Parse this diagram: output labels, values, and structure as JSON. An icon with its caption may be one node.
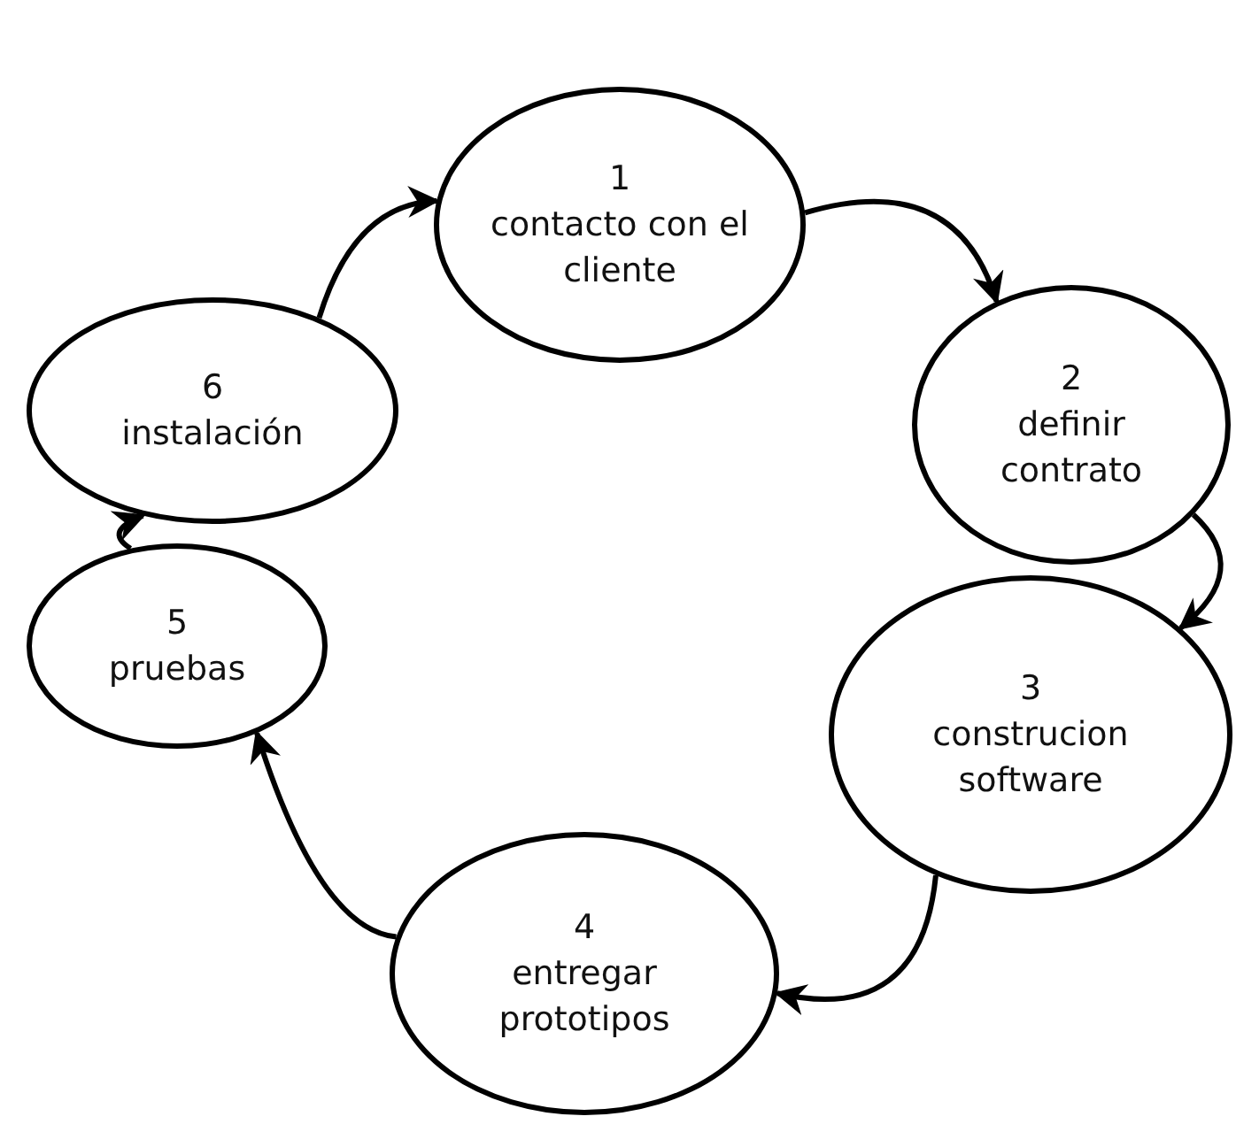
{
  "diagram": {
    "nodes": [
      {
        "text": [
          "1",
          "contacto con el cliente"
        ]
      },
      {
        "text": [
          "2",
          "definir contrato"
        ]
      },
      {
        "text": [
          "3",
          "construcion software"
        ]
      },
      {
        "text": [
          "4",
          "entregar prototipos"
        ]
      },
      {
        "text": [
          "5",
          "pruebas"
        ]
      },
      {
        "text": [
          "6",
          "instalación"
        ]
      }
    ],
    "edges": [
      {
        "from": 0,
        "to": 1,
        "arrow": "to"
      },
      {
        "from": 1,
        "to": 2,
        "arrow": "to"
      },
      {
        "from": 2,
        "to": 3,
        "arrow": "to"
      },
      {
        "from": 3,
        "to": 4,
        "arrow": "to"
      },
      {
        "from": 4,
        "to": 5,
        "arrow": "to"
      },
      {
        "from": 5,
        "to": 0,
        "arrow": "to"
      }
    ]
  }
}
